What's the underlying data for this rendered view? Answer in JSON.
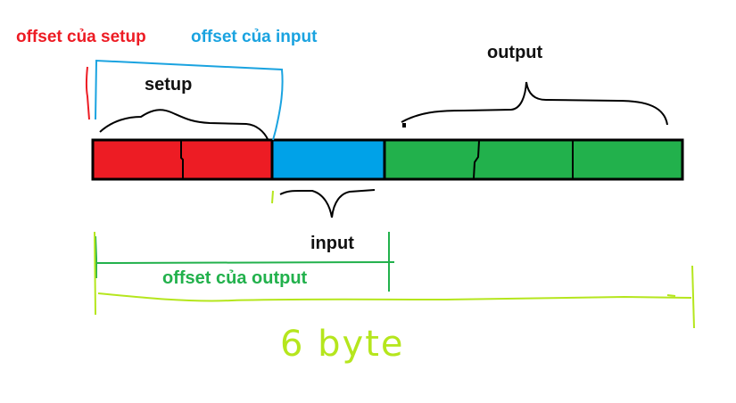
{
  "colors": {
    "setup": "#ed1c24",
    "input": "#00a2e8",
    "output": "#22b14c",
    "offset_setup": "#ed1c24",
    "offset_input": "#1aa3e0",
    "offset_output": "#22b14c",
    "total_size": "#b5e61d",
    "outline": "#000000"
  },
  "labels": {
    "offset_setup": "offset của setup",
    "offset_input": "offset của input",
    "offset_output": "offset của output",
    "setup": "setup",
    "input": "input",
    "output": "output",
    "total_size": "6 byte"
  },
  "segments": [
    {
      "name": "setup",
      "bytes": 2,
      "color": "#ed1c24"
    },
    {
      "name": "input",
      "bytes": 1,
      "color": "#00a2e8"
    },
    {
      "name": "output",
      "bytes": 3,
      "color": "#22b14c"
    }
  ]
}
